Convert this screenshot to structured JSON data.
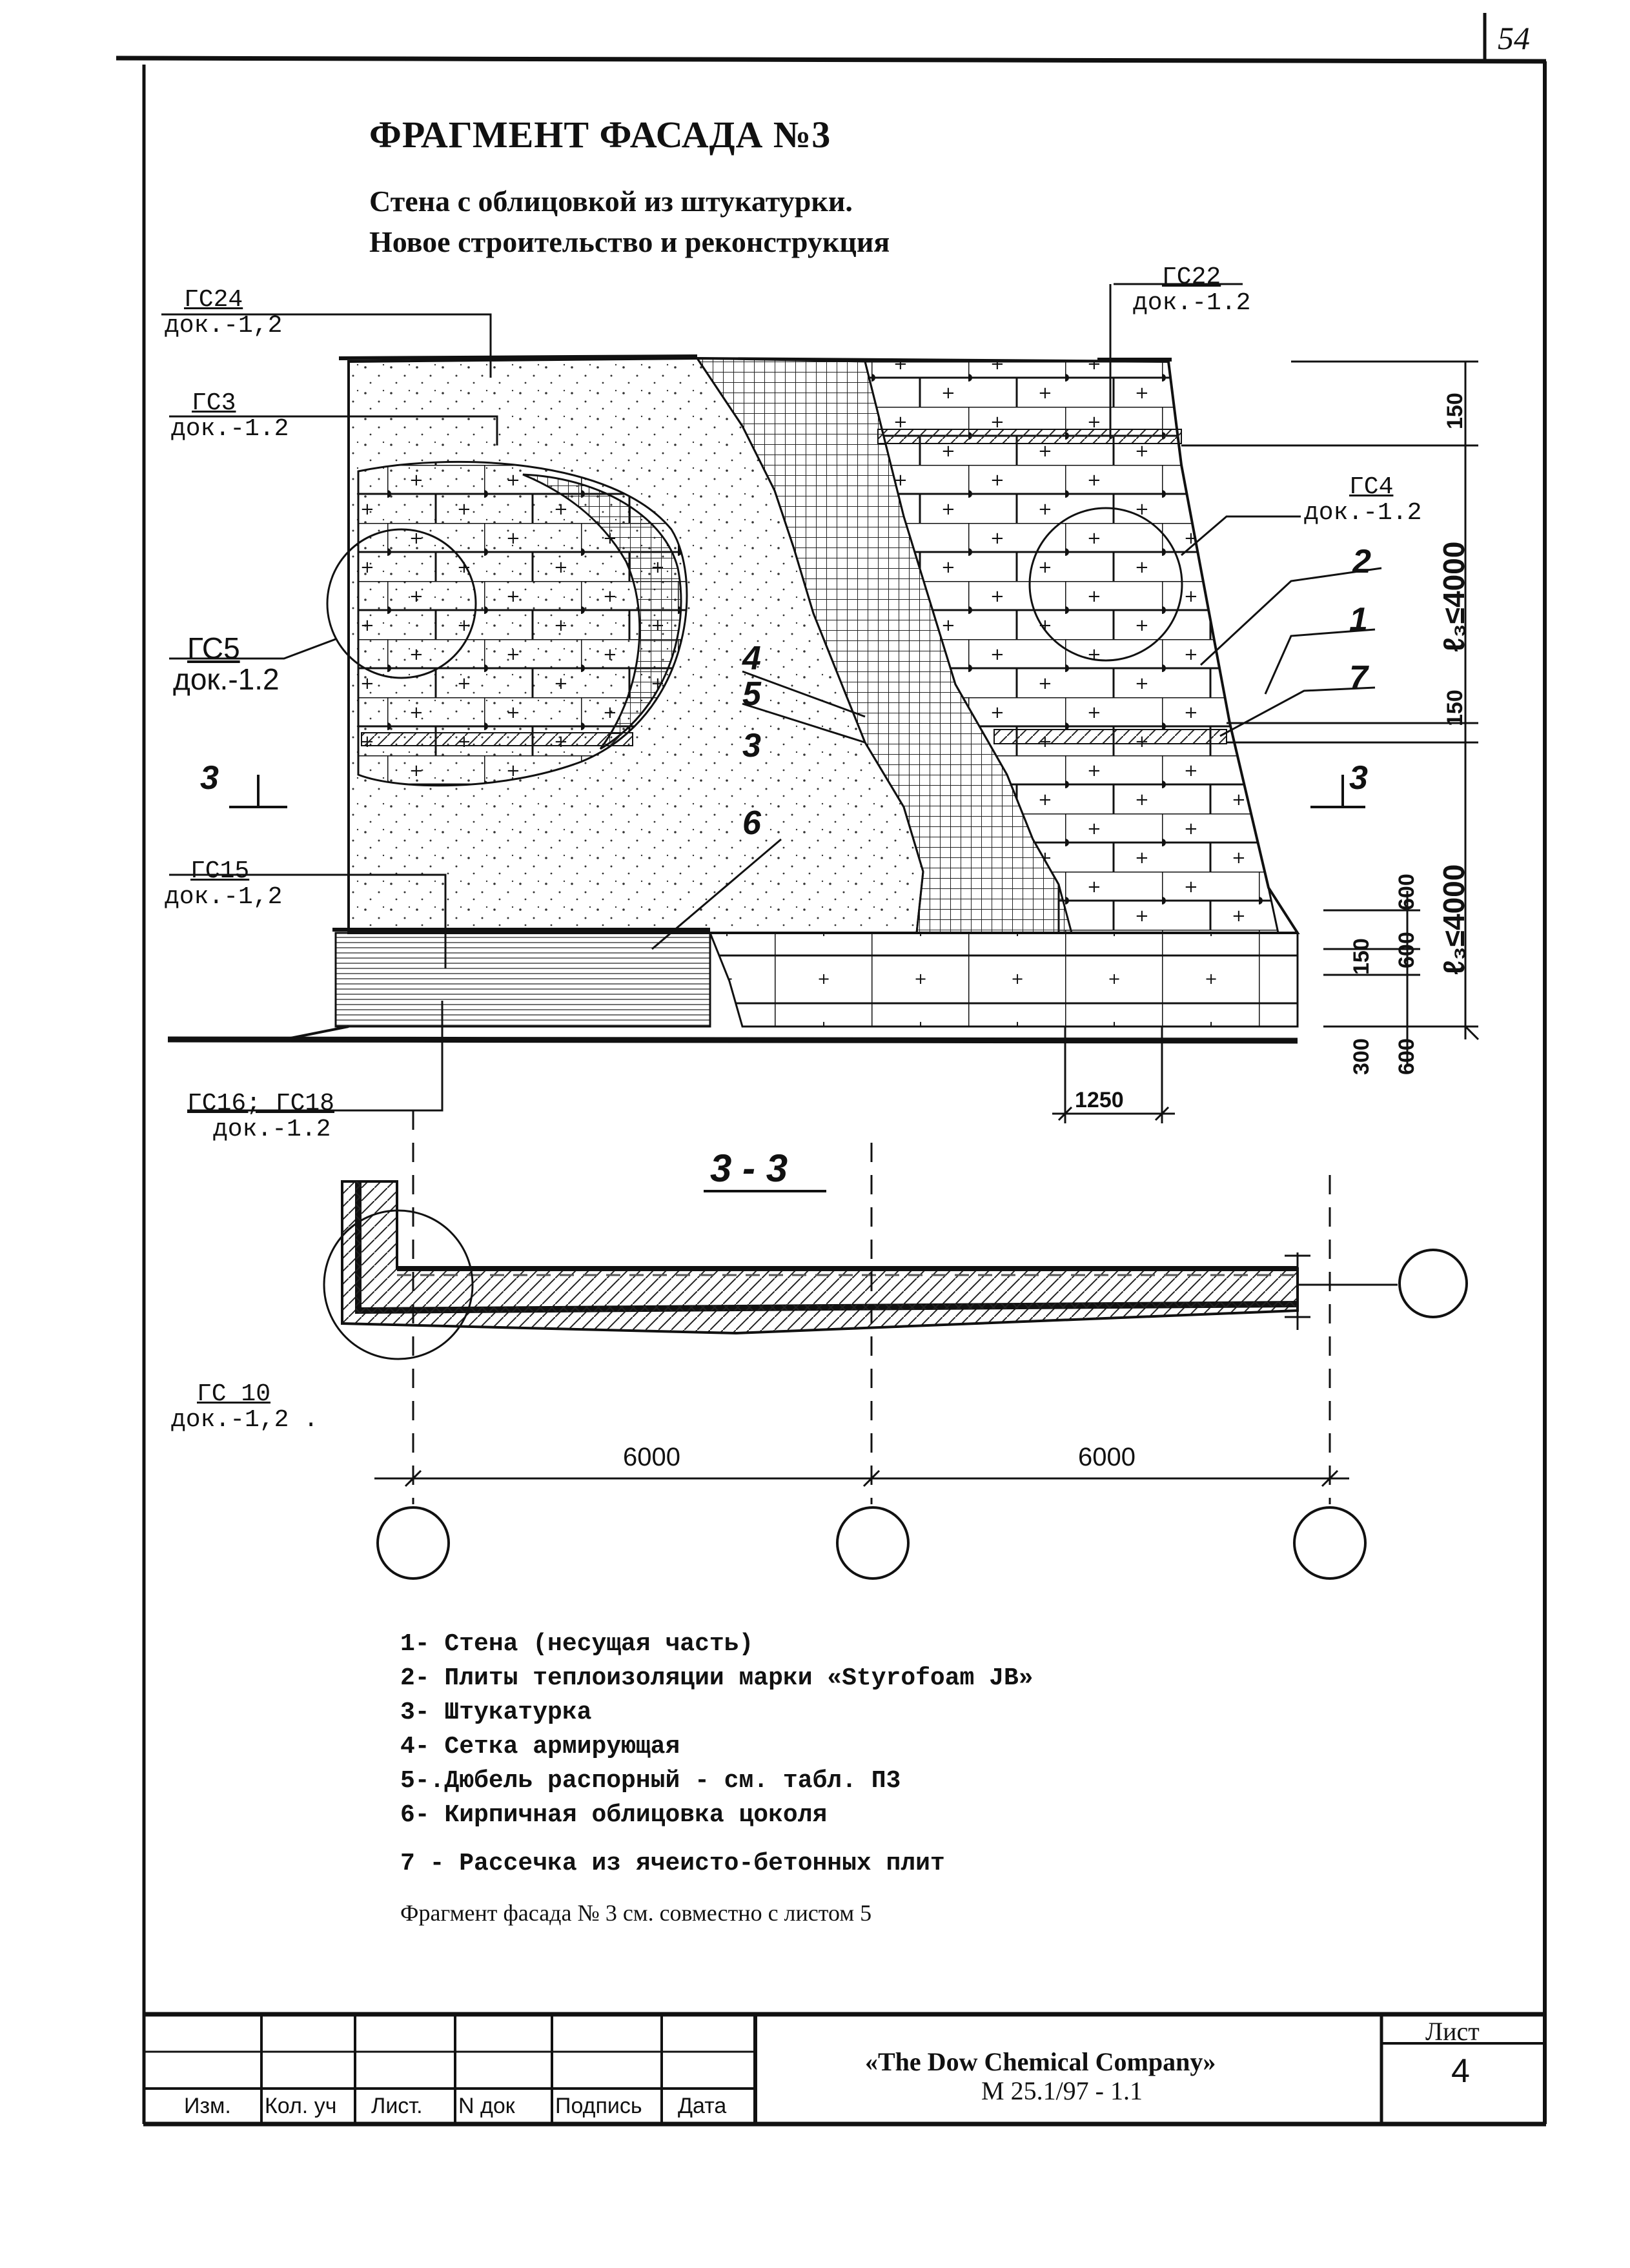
{
  "sheet_number": "54",
  "title": "ФРАГМЕНТ ФАСАДА №3",
  "subtitle_lines": [
    "Стена с облицовкой из штукатурки.",
    "Новое строительство и реконструкция"
  ],
  "callouts": [
    {
      "code": "ГС24",
      "ref": "док.-1,2"
    },
    {
      "code": "ГС3",
      "ref": "док.-1.2"
    },
    {
      "code": "ГС5",
      "ref": "док.-1.2"
    },
    {
      "code": "ГС15",
      "ref": "док.-1,2"
    },
    {
      "code": "ГС16; ГС18",
      "ref": "док.-1.2"
    },
    {
      "code": "ГС22",
      "ref": "док.-1.2"
    },
    {
      "code": "ГС4",
      "ref": "док.-1.2"
    },
    {
      "code": "ГС 10",
      "ref": "док.-1,2 ."
    }
  ],
  "item_numbers": [
    "1",
    "2",
    "3",
    "4",
    "5",
    "6",
    "7"
  ],
  "section_mark": "3",
  "section_title": "3 - 3",
  "dimensions": {
    "vertical": [
      "150",
      "ℓ₃≤4000",
      "150",
      "ℓ₃≤4000",
      "600",
      "600",
      "150",
      "600",
      "300"
    ],
    "brick_width": "1250",
    "spans": [
      "6000",
      "6000"
    ]
  },
  "legend": [
    "1- Стена (несущая часть)",
    "2- Плиты теплоизоляции   марки «Styrofoam JB»",
    "3- Штукатурка",
    "4- Сетка армирующая",
    "5-.Дюбель распорный - см. табл. П3",
    "6- Кирпичная облицовка цоколя",
    "7 - Рассечка из ячеисто-бетонных плит"
  ],
  "note": "Фрагмент фасада № 3 см. совместно с листом 5",
  "title_block": {
    "columns": [
      "Изм.",
      "Кол. уч",
      "Лист.",
      "N док",
      "Подпись",
      "Дата"
    ],
    "company": "«The Dow Chemical Company»",
    "document": "М 25.1/97 - 1.1",
    "sheet_label": "Лист",
    "sheet_value": "4"
  }
}
